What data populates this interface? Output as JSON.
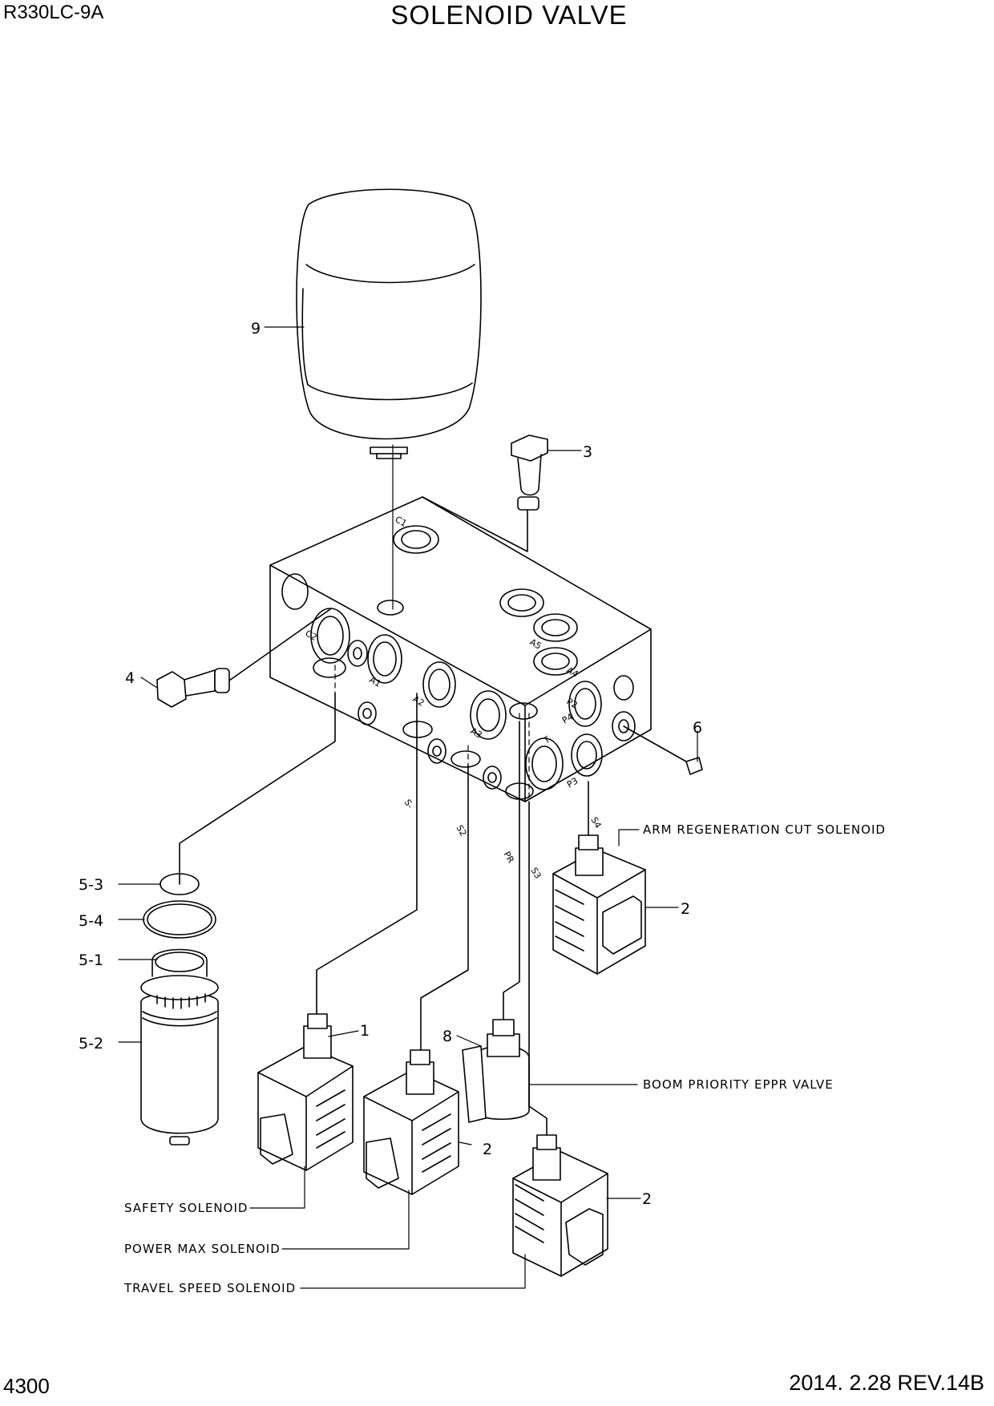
{
  "header": {
    "model": "R330LC-9A",
    "title": "SOLENOID VALVE"
  },
  "footer": {
    "page_number": "4300",
    "revision": "2014. 2.28  REV.14B"
  },
  "callouts": {
    "c9": "9",
    "c3": "3",
    "c4": "4",
    "c6": "6",
    "c5_3": "5-3",
    "c5_4": "5-4",
    "c5_1": "5-1",
    "c5_2": "5-2",
    "c1": "1",
    "c8": "8",
    "c2_arm": "2",
    "c2_power": "2",
    "c2_travel": "2"
  },
  "descriptions": {
    "arm_regeneration": "ARM REGENERATION CUT SOLENOID",
    "boom_priority": "BOOM PRIORITY EPPR VALVE",
    "safety": "SAFETY SOLENOID",
    "power_max": "POWER MAX SOLENOID",
    "travel_speed": "TRAVEL SPEED SOLENOID"
  },
  "ports": {
    "c1": "C1",
    "c2": "C2",
    "a1": "A1",
    "a2": "A2",
    "a3": "A3",
    "a4": "A4",
    "a5": "A5",
    "p2": "P2",
    "p3": "P3",
    "p4": "P4",
    "t": "T",
    "s1": "S-",
    "s2": "S2",
    "s3": "S3",
    "s4": "S4",
    "pr": "PR"
  }
}
